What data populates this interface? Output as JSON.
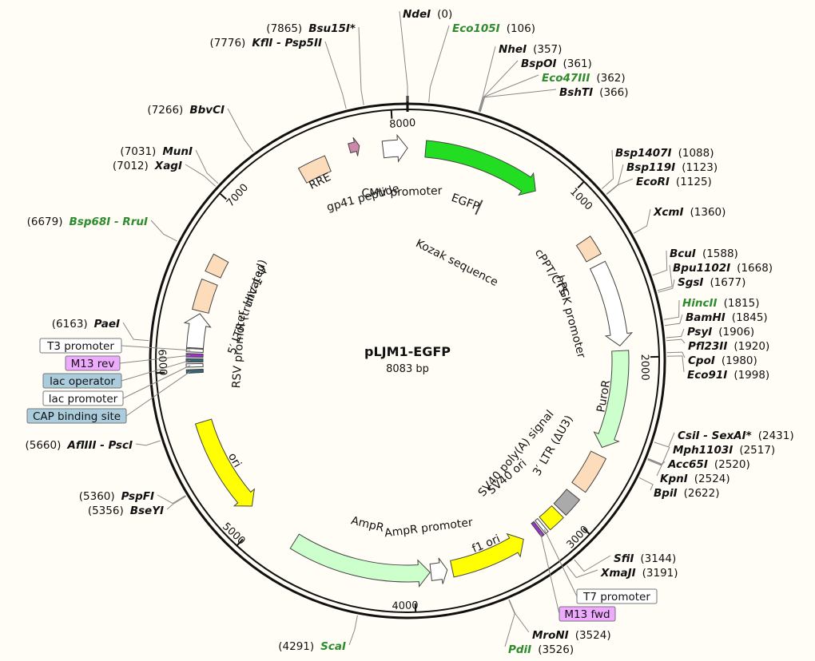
{
  "map": {
    "name": "pLJM1-EGFP",
    "length_text": "8083 bp",
    "length": 8083
  },
  "ticks": [
    {
      "pos": 1000,
      "label": "1000"
    },
    {
      "pos": 2000,
      "label": "2000"
    },
    {
      "pos": 3000,
      "label": "3000"
    },
    {
      "pos": 4000,
      "label": "4000"
    },
    {
      "pos": 5000,
      "label": "5000"
    },
    {
      "pos": 6000,
      "label": "6000"
    },
    {
      "pos": 7000,
      "label": "7000"
    },
    {
      "pos": 8000,
      "label": "8000"
    }
  ],
  "features": [
    {
      "name": "cmv-promoter",
      "start": 7935,
      "end": 8083,
      "type": "arrow",
      "strand": 1,
      "color": "#ffffff",
      "ring": 0
    },
    {
      "name": "egfp",
      "start": 110,
      "end": 830,
      "type": "arrow",
      "strand": 1,
      "color": "#22dd22",
      "ring": 0
    },
    {
      "name": "cppt-cts",
      "start": 1250,
      "end": 1370,
      "type": "box",
      "color": "#fcdcbb",
      "ring": 0
    },
    {
      "name": "hpgk-promoter",
      "start": 1420,
      "end": 1930,
      "type": "arrow",
      "strand": 1,
      "color": "#ffffff",
      "ring": 0
    },
    {
      "name": "puror",
      "start": 1960,
      "end": 2560,
      "type": "arrow",
      "strand": 1,
      "color": "#ccffcc",
      "ring": 0
    },
    {
      "name": "ltr-3",
      "start": 2610,
      "end": 2840,
      "type": "box",
      "color": "#fcdcbb",
      "ring": 0
    },
    {
      "name": "sv40-polya",
      "start": 2895,
      "end": 3015,
      "type": "box",
      "color": "#aaaaaa",
      "ring": 0
    },
    {
      "name": "sv40-ori",
      "start": 3035,
      "end": 3140,
      "type": "box",
      "color": "#ffff00",
      "ring": 0
    },
    {
      "name": "t7-promoter",
      "start": 3155,
      "end": 3175,
      "type": "box",
      "color": "#ffffff",
      "ring": 0
    },
    {
      "name": "m13-fwd",
      "start": 3185,
      "end": 3205,
      "type": "box",
      "color": "#9933cc",
      "ring": 0
    },
    {
      "name": "f1-ori",
      "start": 3300,
      "end": 3770,
      "type": "arrow",
      "strand": -1,
      "color": "#ffff00",
      "ring": 0
    },
    {
      "name": "ampr-promoter",
      "start": 3800,
      "end": 3900,
      "type": "arrow",
      "strand": -1,
      "color": "#ffffff",
      "ring": 0
    },
    {
      "name": "ampr",
      "start": 3905,
      "end": 4760,
      "type": "arrow",
      "strand": -1,
      "color": "#ccffcc",
      "ring": 0
    },
    {
      "name": "ori",
      "start": 5095,
      "end": 5690,
      "type": "arrow",
      "strand": -1,
      "color": "#ffff00",
      "ring": 0
    },
    {
      "name": "cap-binding-site",
      "start": 5990,
      "end": 6010,
      "type": "box",
      "color": "#336677",
      "ring": 0
    },
    {
      "name": "lac-promoter",
      "start": 6025,
      "end": 6045,
      "type": "box",
      "color": "#ffffff",
      "ring": 0
    },
    {
      "name": "lac-operator",
      "start": 6055,
      "end": 6075,
      "type": "box",
      "color": "#336677",
      "ring": 0
    },
    {
      "name": "m13-rev",
      "start": 6085,
      "end": 6105,
      "type": "box",
      "color": "#9933cc",
      "ring": 0
    },
    {
      "name": "t3-promoter",
      "start": 6115,
      "end": 6135,
      "type": "box",
      "color": "#ffffff",
      "ring": 0
    },
    {
      "name": "rsv-promoter",
      "start": 6140,
      "end": 6350,
      "type": "arrow",
      "strand": 1,
      "color": "#ffffff",
      "ring": 0
    },
    {
      "name": "ltr-5",
      "start": 6365,
      "end": 6550,
      "type": "box",
      "color": "#fcdcbb",
      "ring": 0
    },
    {
      "name": "hiv-psi",
      "start": 6600,
      "end": 6710,
      "type": "box",
      "color": "#fcdcbb",
      "ring": 0
    },
    {
      "name": "rre",
      "start": 7420,
      "end": 7590,
      "type": "box",
      "color": "#fcdcbb",
      "ring": 0
    },
    {
      "name": "gp41-peptide",
      "start": 7740,
      "end": 7800,
      "type": "arrow",
      "strand": 1,
      "color": "#cc88aa",
      "ring": 1
    }
  ],
  "feature_labels": [
    {
      "name": "label-cmv-promoter",
      "text": "CMV promoter",
      "pos": 8040,
      "r": 0.78,
      "rot": 0
    },
    {
      "name": "label-egfp",
      "text": "EGFP",
      "pos": 450,
      "r": 0.78,
      "rot": 1
    },
    {
      "name": "label-kozak",
      "text": "Kozak sequence",
      "pos": 600,
      "r": 0.55,
      "rot": 1
    },
    {
      "name": "label-cppt",
      "text": "cPPT/CTS",
      "pos": 1310,
      "r": 0.78,
      "rot": 1
    },
    {
      "name": "label-hpgk",
      "text": "hPGK promoter",
      "pos": 1680,
      "r": 0.78,
      "rot": 1
    },
    {
      "name": "label-puror",
      "text": "PuroR",
      "pos": 2250,
      "r": 0.9,
      "rot": 1
    },
    {
      "name": "label-ltr3",
      "text": "3′ LTR (ΔU3)",
      "pos": 2700,
      "r": 0.78,
      "rot": 1
    },
    {
      "name": "label-sv40polya",
      "text": "SV40 poly(A) signal",
      "pos": 2930,
      "r": 0.68,
      "rot": 1
    },
    {
      "name": "label-sv40ori",
      "text": "SV40 ori",
      "pos": 3130,
      "r": 0.72,
      "rot": 1
    },
    {
      "name": "label-f1ori",
      "text": "f1 ori",
      "pos": 3520,
      "r": 0.9,
      "rot": 1
    },
    {
      "name": "label-ampr-promoter",
      "text": "AmpR promoter",
      "pos": 3880,
      "r": 0.78,
      "rot": 1
    },
    {
      "name": "label-ampr",
      "text": "AmpR",
      "pos": 4350,
      "r": 0.78,
      "rot": 1
    },
    {
      "name": "label-ori",
      "text": "ori",
      "pos": 5390,
      "r": 0.9,
      "rot": 1
    },
    {
      "name": "label-rsv",
      "text": "RSV promoter",
      "pos": 6150,
      "r": 0.78,
      "rot": 1
    },
    {
      "name": "label-ltr5",
      "text": "5′ LTR (truncated)",
      "pos": 6480,
      "r": 0.78,
      "rot": 1
    },
    {
      "name": "label-psi",
      "text": "HIV-1 Ψ",
      "pos": 6650,
      "r": 0.78,
      "rot": 1
    },
    {
      "name": "label-rre",
      "text": "RRE",
      "pos": 7500,
      "r": 0.9,
      "rot": 1
    },
    {
      "name": "label-gp41",
      "text": "gp41 peptide",
      "pos": 7740,
      "r": 0.78,
      "rot": 1
    }
  ],
  "sites_right": [
    {
      "enzyme": "NdeI",
      "suffix": "",
      "pos_text": "(0)",
      "pos": 0,
      "color": "#111111"
    },
    {
      "enzyme": "Eco105I",
      "suffix": "",
      "pos_text": "(106)",
      "pos": 106,
      "color": "#2e8b2e"
    },
    {
      "enzyme": "NheI",
      "suffix": "",
      "pos_text": "(357)",
      "pos": 357,
      "color": "#111111"
    },
    {
      "enzyme": "BspOI",
      "suffix": "",
      "pos_text": "(361)",
      "pos": 361,
      "color": "#111111"
    },
    {
      "enzyme": "Eco47III",
      "suffix": "",
      "pos_text": "(362)",
      "pos": 362,
      "color": "#2e8b2e"
    },
    {
      "enzyme": "BshTI",
      "suffix": "",
      "pos_text": "(366)",
      "pos": 366,
      "color": "#111111"
    },
    {
      "enzyme": "Bsp1407I",
      "suffix": "",
      "pos_text": "(1088)",
      "pos": 1088,
      "color": "#111111"
    },
    {
      "enzyme": "Bsp119I",
      "suffix": "",
      "pos_text": "(1123)",
      "pos": 1123,
      "color": "#111111"
    },
    {
      "enzyme": "EcoRI",
      "suffix": "",
      "pos_text": "(1125)",
      "pos": 1125,
      "color": "#111111"
    },
    {
      "enzyme": "XcmI",
      "suffix": "",
      "pos_text": "(1360)",
      "pos": 1360,
      "color": "#111111"
    },
    {
      "enzyme": "BcuI",
      "suffix": "",
      "pos_text": "(1588)",
      "pos": 1588,
      "color": "#111111"
    },
    {
      "enzyme": "Bpu1102I",
      "suffix": "",
      "pos_text": "(1668)",
      "pos": 1668,
      "color": "#111111"
    },
    {
      "enzyme": "SgsI",
      "suffix": "",
      "pos_text": "(1677)",
      "pos": 1677,
      "color": "#111111"
    },
    {
      "enzyme": "HincII",
      "suffix": "",
      "pos_text": "(1815)",
      "pos": 1815,
      "color": "#2e8b2e"
    },
    {
      "enzyme": "BamHI",
      "suffix": "",
      "pos_text": "(1845)",
      "pos": 1845,
      "color": "#111111"
    },
    {
      "enzyme": "PsyI",
      "suffix": "",
      "pos_text": "(1906)",
      "pos": 1906,
      "color": "#111111"
    },
    {
      "enzyme": "Pfl23II",
      "suffix": "",
      "pos_text": "(1920)",
      "pos": 1920,
      "color": "#111111"
    },
    {
      "enzyme": "CpoI",
      "suffix": "",
      "pos_text": "(1980)",
      "pos": 1980,
      "color": "#111111"
    },
    {
      "enzyme": "Eco91I",
      "suffix": "",
      "pos_text": "(1998)",
      "pos": 1998,
      "color": "#111111"
    },
    {
      "enzyme": "CsiI - SexAI*",
      "suffix": "",
      "pos_text": "(2431)",
      "pos": 2431,
      "color": "#111111"
    },
    {
      "enzyme": "Mph1103I",
      "suffix": "",
      "pos_text": "(2517)",
      "pos": 2517,
      "color": "#111111"
    },
    {
      "enzyme": "Acc65I",
      "suffix": "",
      "pos_text": "(2520)",
      "pos": 2520,
      "color": "#111111"
    },
    {
      "enzyme": "KpnI",
      "suffix": "",
      "pos_text": "(2524)",
      "pos": 2524,
      "color": "#111111"
    },
    {
      "enzyme": "BpiI",
      "suffix": "",
      "pos_text": "(2622)",
      "pos": 2622,
      "color": "#111111"
    },
    {
      "enzyme": "SfiI",
      "suffix": "",
      "pos_text": "(3144)",
      "pos": 3144,
      "color": "#111111"
    },
    {
      "enzyme": "XmaJI",
      "suffix": "",
      "pos_text": "(3191)",
      "pos": 3191,
      "color": "#111111"
    },
    {
      "enzyme": "MroNI",
      "suffix": "",
      "pos_text": "(3524)",
      "pos": 3524,
      "color": "#111111"
    },
    {
      "enzyme": "PdiI",
      "suffix": "",
      "pos_text": "(3526)",
      "pos": 3526,
      "color": "#2e8b2e"
    }
  ],
  "sites_left": [
    {
      "enzyme": "Bsu15I*",
      "pos_text": "(7865)",
      "pos": 7865,
      "color": "#111111"
    },
    {
      "enzyme": "KflI - Psp5II",
      "pos_text": "(7776)",
      "pos": 7776,
      "color": "#111111"
    },
    {
      "enzyme": "BbvCI",
      "pos_text": "(7266)",
      "pos": 7266,
      "color": "#111111"
    },
    {
      "enzyme": "MunI",
      "pos_text": "(7031)",
      "pos": 7031,
      "color": "#111111"
    },
    {
      "enzyme": "XagI",
      "pos_text": "(7012)",
      "pos": 7012,
      "color": "#111111"
    },
    {
      "enzyme": "Bsp68I - RruI",
      "pos_text": "(6679)",
      "pos": 6679,
      "color": "#2e8b2e"
    },
    {
      "enzyme": "PaeI",
      "pos_text": "(6163)",
      "pos": 6163,
      "color": "#111111"
    },
    {
      "enzyme": "AflIII - PscI",
      "pos_text": "(5660)",
      "pos": 5660,
      "color": "#111111"
    },
    {
      "enzyme": "PspFI",
      "pos_text": "(5360)",
      "pos": 5360,
      "color": "#111111"
    },
    {
      "enzyme": "BseYI",
      "pos_text": "(5356)",
      "pos": 5356,
      "color": "#111111"
    },
    {
      "enzyme": "ScaI",
      "pos_text": "(4291)",
      "pos": 4291,
      "color": "#2e8b2e"
    }
  ],
  "boxed_labels": [
    {
      "name": "t3-promoter-label",
      "text": "T3 promoter",
      "pos": 6125,
      "bg": "#ffffff",
      "side": "left"
    },
    {
      "name": "m13-rev-label",
      "text": "M13 rev",
      "pos": 6095,
      "bg": "#eeaaff",
      "side": "left"
    },
    {
      "name": "lac-operator-label",
      "text": "lac operator",
      "pos": 6065,
      "bg": "#aaccdd",
      "side": "left"
    },
    {
      "name": "lac-promoter-label",
      "text": "lac promoter",
      "pos": 6035,
      "bg": "#ffffff",
      "side": "left"
    },
    {
      "name": "cap-binding-site-label",
      "text": "CAP binding site",
      "pos": 6000,
      "bg": "#aaccdd",
      "side": "left"
    },
    {
      "name": "t7-promoter-label",
      "text": "T7 promoter",
      "pos": 3165,
      "bg": "#ffffff",
      "side": "right"
    },
    {
      "name": "m13-fwd-label",
      "text": "M13 fwd",
      "pos": 3195,
      "bg": "#eeaaff",
      "side": "right"
    }
  ]
}
